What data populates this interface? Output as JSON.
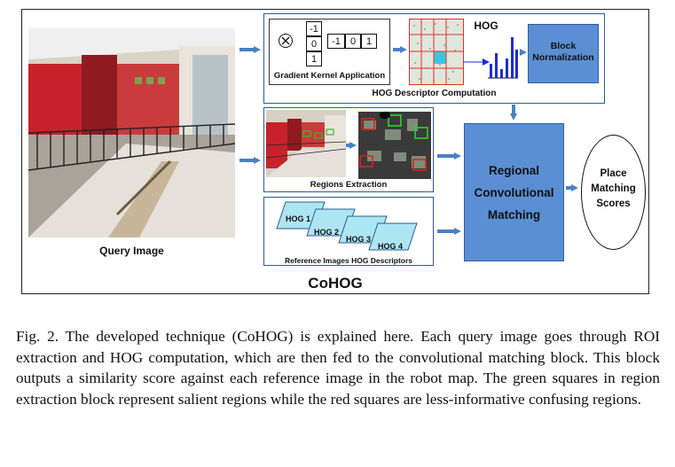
{
  "diagram": {
    "query_image_label": "Query Image",
    "hog_section_label": "HOG Descriptor Computation",
    "gradient_kernel_label": "Gradient Kernel Application",
    "kernel_vertical": [
      "-1",
      "0",
      "1"
    ],
    "kernel_horizontal": [
      "-1",
      "0",
      "1"
    ],
    "hog_label": "HOG",
    "block_normalization_label": "Block Normalization",
    "regions_extraction_label": "Regions Extraction",
    "reference_label": "Reference Images HOG Descriptors",
    "hog_cards": [
      "HOG 1",
      "HOG 2",
      "HOG 3",
      "HOG 4"
    ],
    "regional_matching_label": "Regional Convolutional Matching",
    "place_matching_label": "Place Matching Scores",
    "system_name": "CoHOG"
  },
  "caption": {
    "text": "Fig. 2.    The developed technique (CoHOG) is explained here. Each query image goes through ROI extraction and HOG computation, which are then fed to the convolutional matching block. This block outputs a similarity score against each reference image in the robot map. The green squares in region extraction block represent salient regions while the red squares are less-informative confusing regions."
  },
  "colors": {
    "block_blue": "#5b8fd4",
    "arrow_blue": "#4a7fc6",
    "hist_blue": "#1b2dd6"
  }
}
